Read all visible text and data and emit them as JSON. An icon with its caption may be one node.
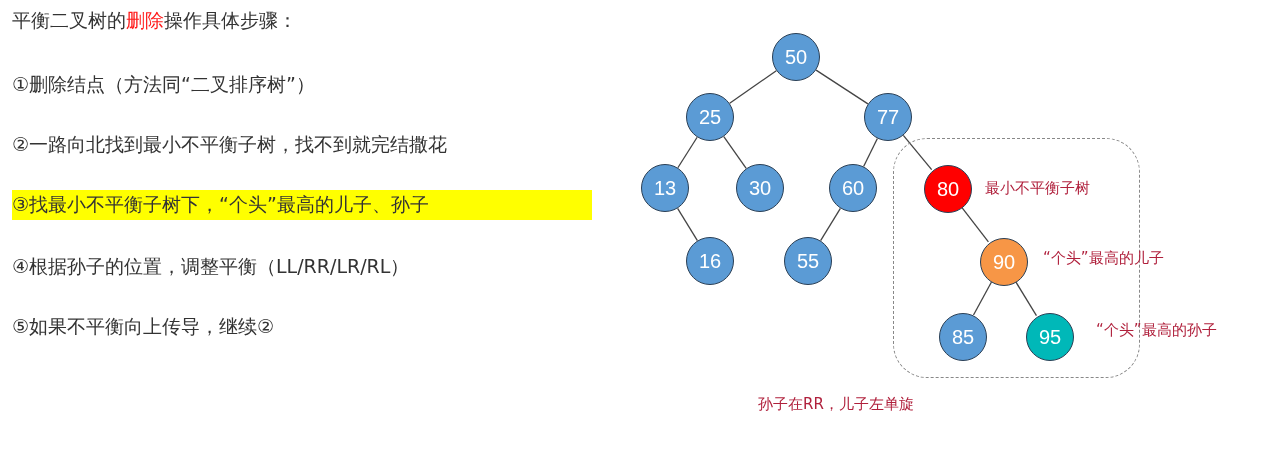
{
  "diagram": {
    "title": "平衡二叉树的**删除**操作具体步骤：",
    "nodes": [
      {
        "text": [
          "50"
        ]
      },
      {
        "text": [
          "25"
        ]
      },
      {
        "text": [
          "77"
        ]
      },
      {
        "text": [
          "13"
        ]
      },
      {
        "text": [
          "30"
        ]
      },
      {
        "text": [
          "60"
        ]
      },
      {
        "text": [],
        "shape": "box"
      },
      {
        "text": [
          "80"
        ],
        "in": 6,
        "beside": [
          "最小不平衡子树"
        ]
      },
      {
        "text": [
          "16"
        ]
      },
      {
        "text": [
          "55"
        ]
      },
      {
        "text": [
          "90"
        ],
        "in": 6,
        "beside": [
          "“个头”最高的儿子"
        ]
      },
      {
        "text": [
          "85"
        ],
        "in": 6
      },
      {
        "text": [
          "95"
        ],
        "in": 6,
        "beside": [
          "“个头”最高的孙子"
        ]
      }
    ],
    "edges": [
      {
        "from": 0,
        "to": 1,
        "arrow": "none"
      },
      {
        "from": 0,
        "to": 2,
        "arrow": "none"
      },
      {
        "from": 1,
        "to": 3,
        "arrow": "none"
      },
      {
        "from": 1,
        "to": 4,
        "arrow": "none"
      },
      {
        "from": 2,
        "to": 5,
        "arrow": "none"
      },
      {
        "from": 2,
        "to": 7,
        "arrow": "none"
      },
      {
        "from": 3,
        "to": 8,
        "arrow": "none"
      },
      {
        "from": 5,
        "to": 9,
        "arrow": "none"
      },
      {
        "from": 7,
        "to": 10,
        "arrow": "none"
      },
      {
        "from": 10,
        "to": 11,
        "arrow": "none"
      },
      {
        "from": 10,
        "to": 12,
        "arrow": "none"
      }
    ],
    "labels": [
      "①删除结点（方法同“二叉排序树”）",
      "②一路向北找到最小不平衡子树，找不到就完结撒花",
      "③找最小不平衡子树下，“个头”最高的儿子、孙子",
      "④根据孙子的位置，调整平衡（LL/RR/LR/RL）",
      "⑤如果不平衡向上传导，继续②",
      "孙子在RR，儿子左单旋"
    ]
  }
}
